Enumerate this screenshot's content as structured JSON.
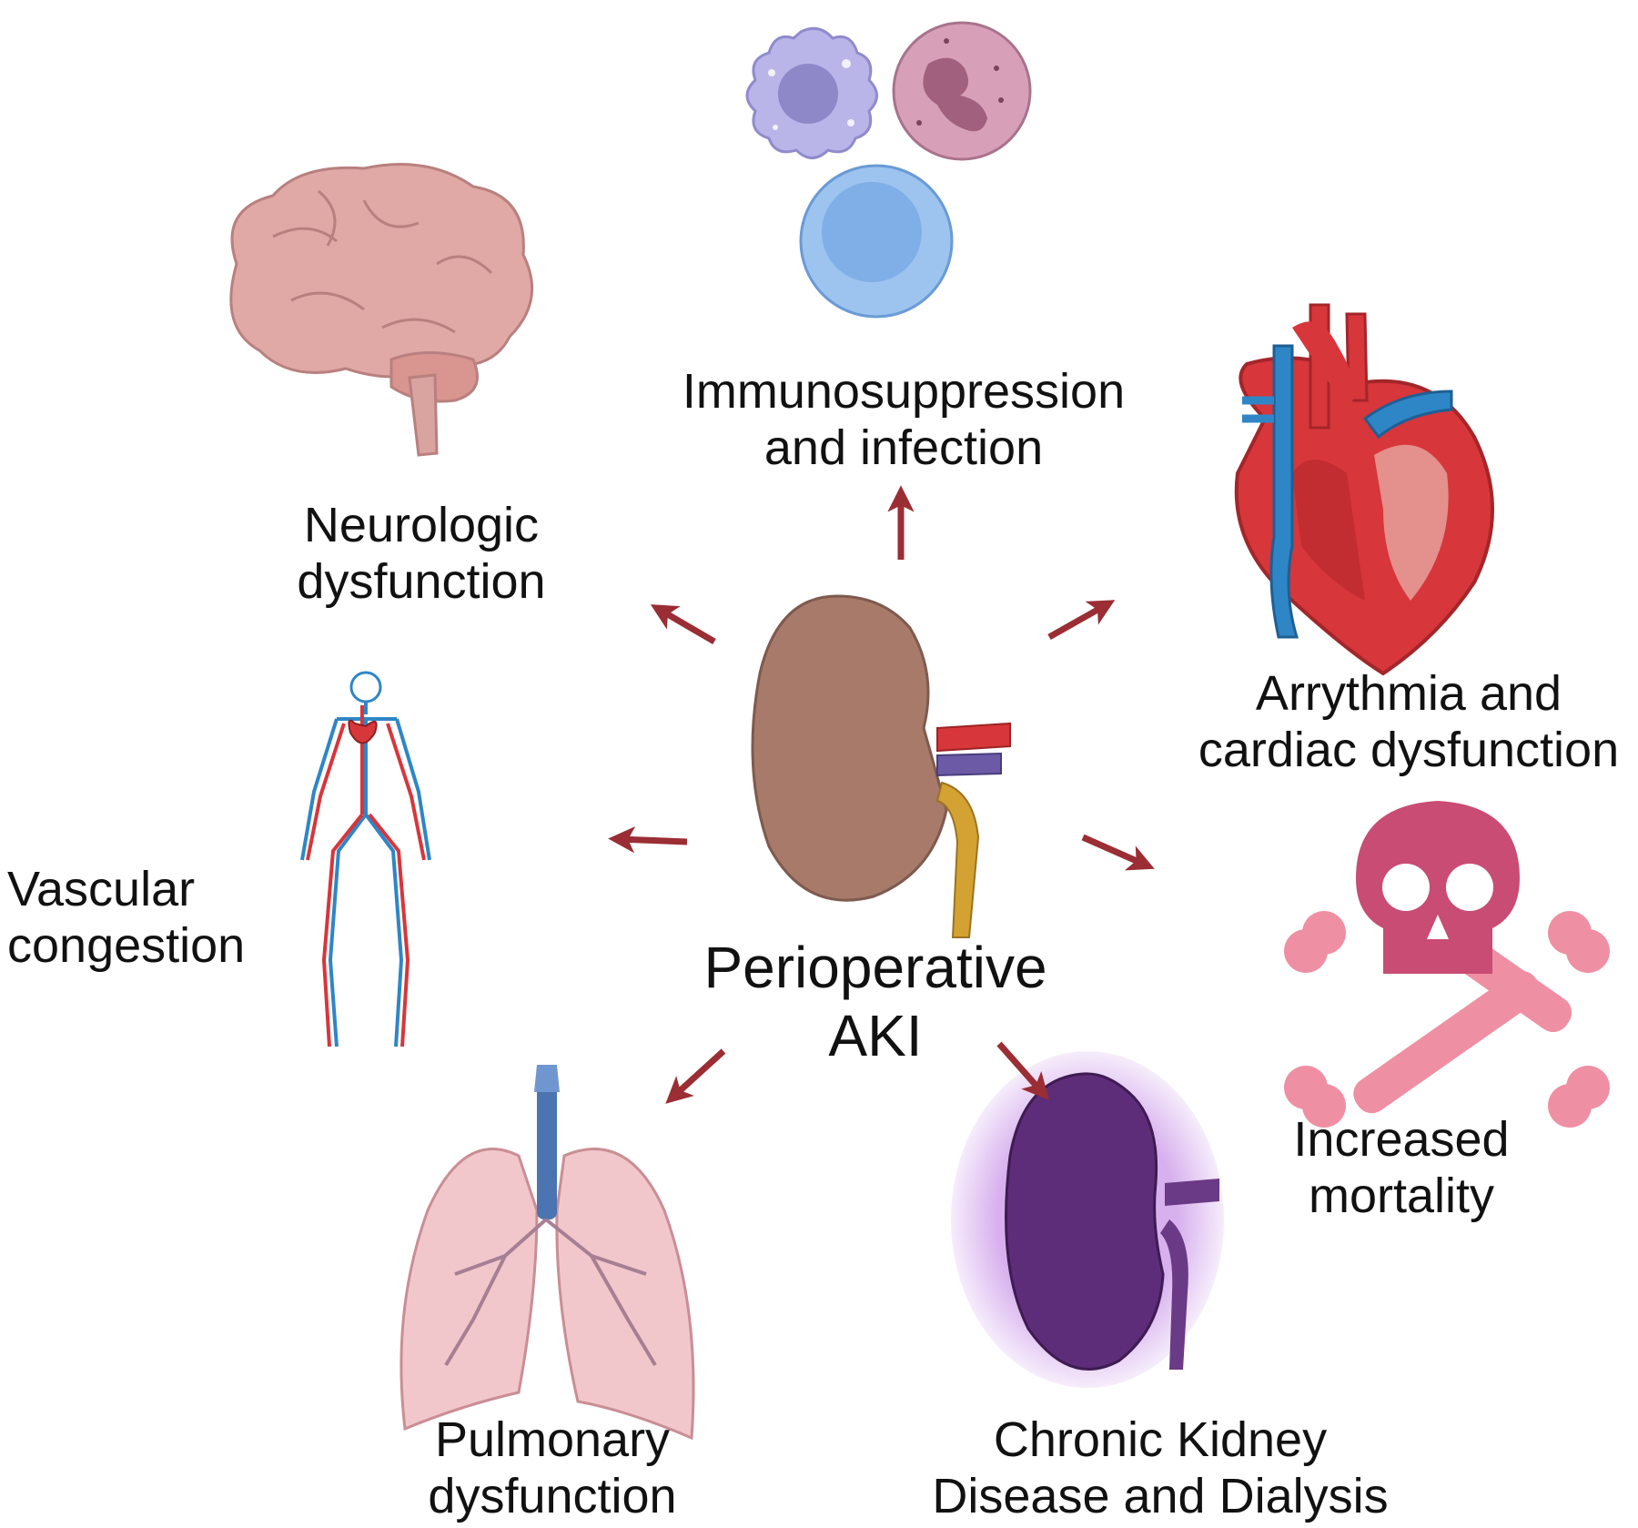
{
  "center": {
    "line1": "Perioperative",
    "line2": "AKI"
  },
  "outcomes": {
    "immuno": {
      "line1": "Immunosuppression",
      "line2": "and infection"
    },
    "neuro": {
      "line1": "Neurologic",
      "line2": "dysfunction"
    },
    "cardiac": {
      "line1": "Arrythmia and",
      "line2": "cardiac dysfunction"
    },
    "vascular": {
      "line1": "Vascular",
      "line2": "congestion"
    },
    "mortality": {
      "line1": "Increased",
      "line2": "mortality"
    },
    "pulmonary": {
      "line1": "Pulmonary",
      "line2": "dysfunction"
    },
    "ckd": {
      "line1": "Chronic Kidney",
      "line2": "Disease and Dialysis"
    }
  },
  "colors": {
    "arrow": "#9b2d34",
    "kidney": "#a77a6a",
    "ckd_kidney": "#5e2d7a",
    "heart_red": "#d7363b",
    "vein_blue": "#2f86c6",
    "brain": "#e0a9a6",
    "lung": "#f1c7cb",
    "trachea": "#4b74b0",
    "skull": "#c84c74",
    "bones": "#ef8fa3"
  },
  "icons": [
    "macrophage-icon",
    "neutrophil-icon",
    "lymphocyte-icon",
    "brain-icon",
    "heart-icon",
    "circulatory-system-icon",
    "skull-crossbones-icon",
    "lungs-icon",
    "kidney-icon",
    "ckd-kidney-icon"
  ]
}
